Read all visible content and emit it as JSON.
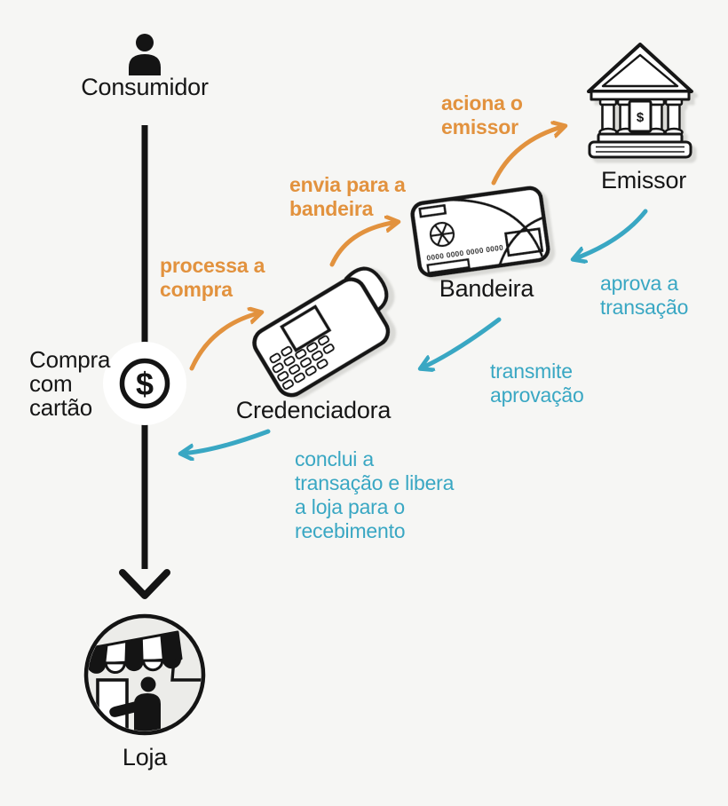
{
  "diagram_type": "payment-card-transaction-flow",
  "colors": {
    "background": "#F6F6F4",
    "ink": "#161616",
    "step_orange": "#E2923E",
    "step_blue": "#39A7C3",
    "icon_shadow": "#D9D9D6"
  },
  "nodes": {
    "consumidor": {
      "label": "Consumidor",
      "icon": "person-icon"
    },
    "emissor": {
      "label": "Emissor",
      "icon": "bank-icon"
    },
    "bandeira": {
      "label": "Bandeira",
      "icon": "credit-card-icon"
    },
    "credenciadora": {
      "label": "Credenciadora",
      "icon": "pos-terminal-icon"
    },
    "loja": {
      "label": "Loja",
      "icon": "storefront-icon"
    },
    "compra": {
      "label": "Compra\ncom\ncartão",
      "icon": "dollar-circle-icon"
    }
  },
  "annotations": {
    "processa": "processa a\ncompra",
    "envia": "envia para a\nbandeira",
    "aciona": "aciona o\nemissor",
    "aprova": "aprova a\ntransação",
    "transmite": "transmite\naprovação",
    "conclui": "conclui a\ntransação e libera\na loja para o\nrecebimento"
  },
  "icons": {
    "card_number": "0000 0000 0000 0000",
    "dollar": "$",
    "names": [
      "person-icon",
      "bank-icon",
      "credit-card-icon",
      "pos-terminal-icon",
      "storefront-icon",
      "dollar-circle-icon",
      "down-arrow-icon"
    ]
  }
}
